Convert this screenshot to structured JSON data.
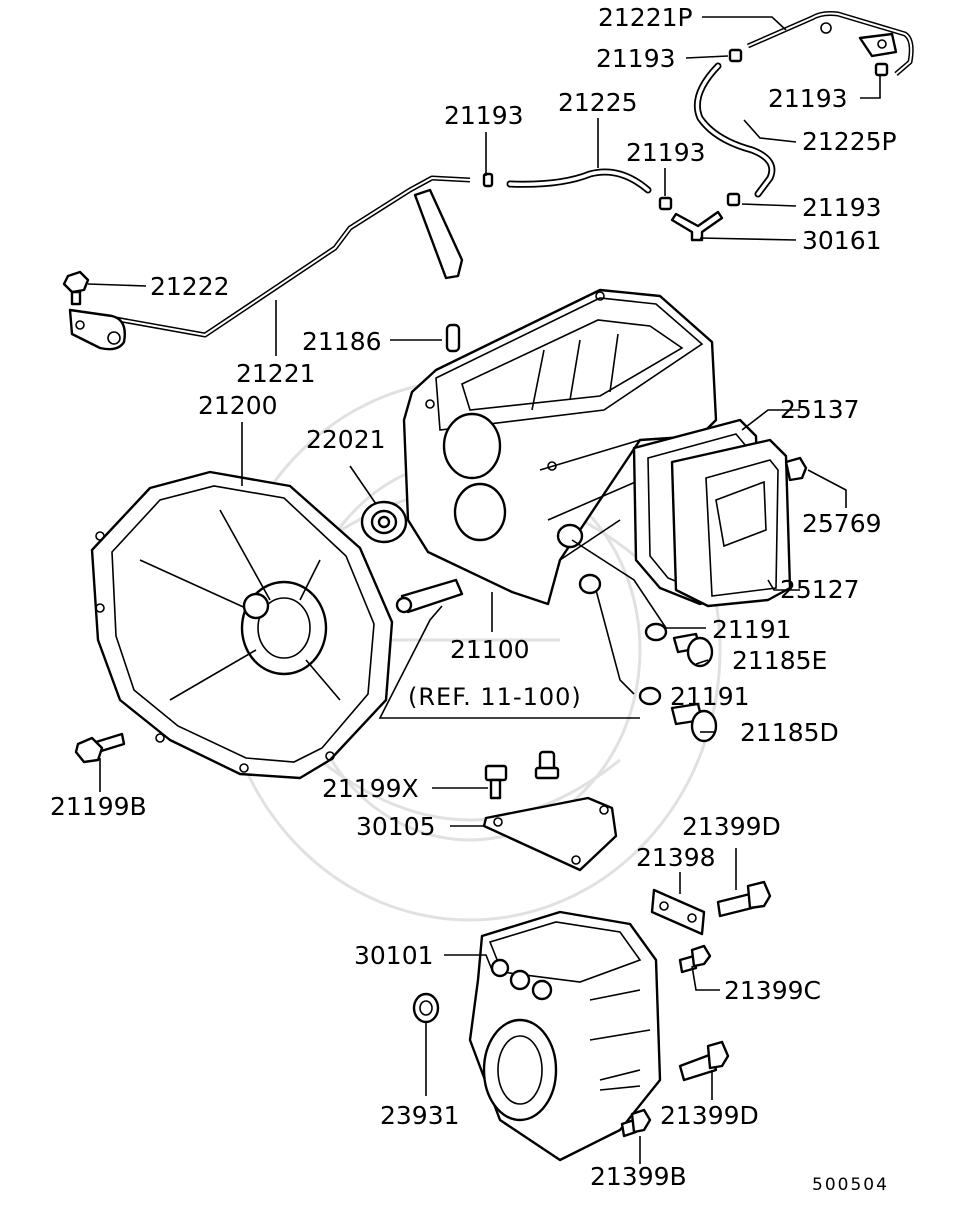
{
  "diagram": {
    "figure_number": "500504",
    "reference_note": "(REF. 11-100)",
    "callouts": {
      "p21221P": "21221P",
      "p21193_a": "21193",
      "p21193_b": "21193",
      "p21193_c": "21193",
      "p21193_d": "21193",
      "p21193_e": "21193",
      "p21225": "21225",
      "p21225P": "21225P",
      "p30161": "30161",
      "p21222": "21222",
      "p21221": "21221",
      "p21186": "21186",
      "p21200": "21200",
      "p22021": "22021",
      "p25137": "25137",
      "p25769": "25769",
      "p25127": "25127",
      "p21100": "21100",
      "p21191_a": "21191",
      "p21185E": "21185E",
      "p21191_b": "21191",
      "p21185D": "21185D",
      "p21199X": "21199X",
      "p21199B": "21199B",
      "p30105": "30105",
      "p21399D_a": "21399D",
      "p21398": "21398",
      "p30101": "30101",
      "p21399C": "21399C",
      "p23931": "23931",
      "p21399D_b": "21399D",
      "p21399B": "21399B"
    }
  }
}
